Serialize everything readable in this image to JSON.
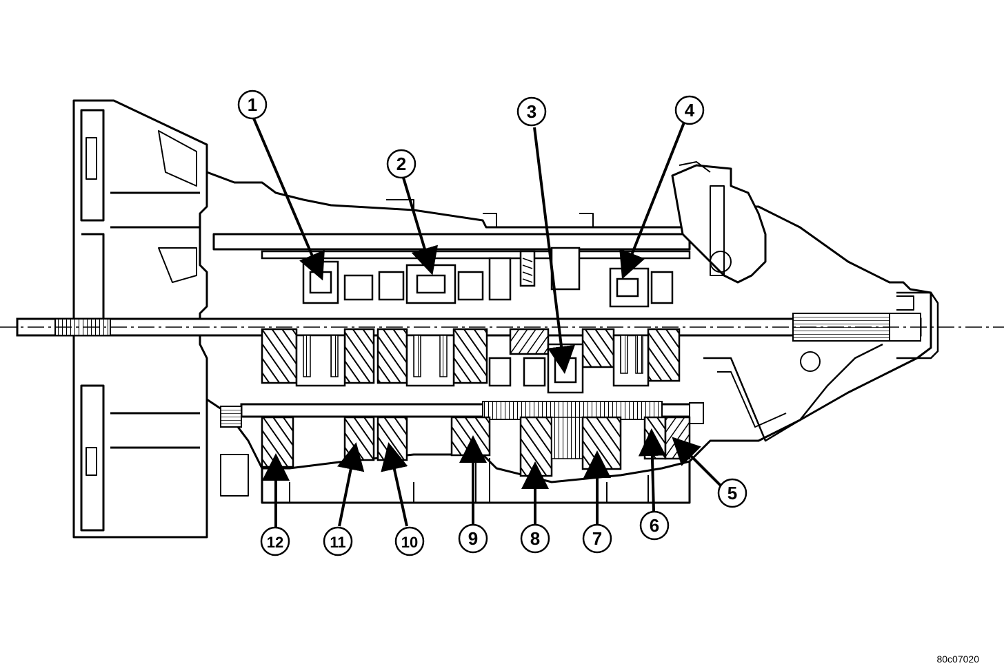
{
  "diagram": {
    "figure_code": "80c07020",
    "callouts": [
      {
        "id": "1",
        "label": "1"
      },
      {
        "id": "2",
        "label": "2"
      },
      {
        "id": "3",
        "label": "3"
      },
      {
        "id": "4",
        "label": "4"
      },
      {
        "id": "5",
        "label": "5"
      },
      {
        "id": "6",
        "label": "6"
      },
      {
        "id": "7",
        "label": "7"
      },
      {
        "id": "8",
        "label": "8"
      },
      {
        "id": "9",
        "label": "9"
      },
      {
        "id": "10",
        "label": "10"
      },
      {
        "id": "11",
        "label": "11"
      },
      {
        "id": "12",
        "label": "12"
      }
    ]
  }
}
